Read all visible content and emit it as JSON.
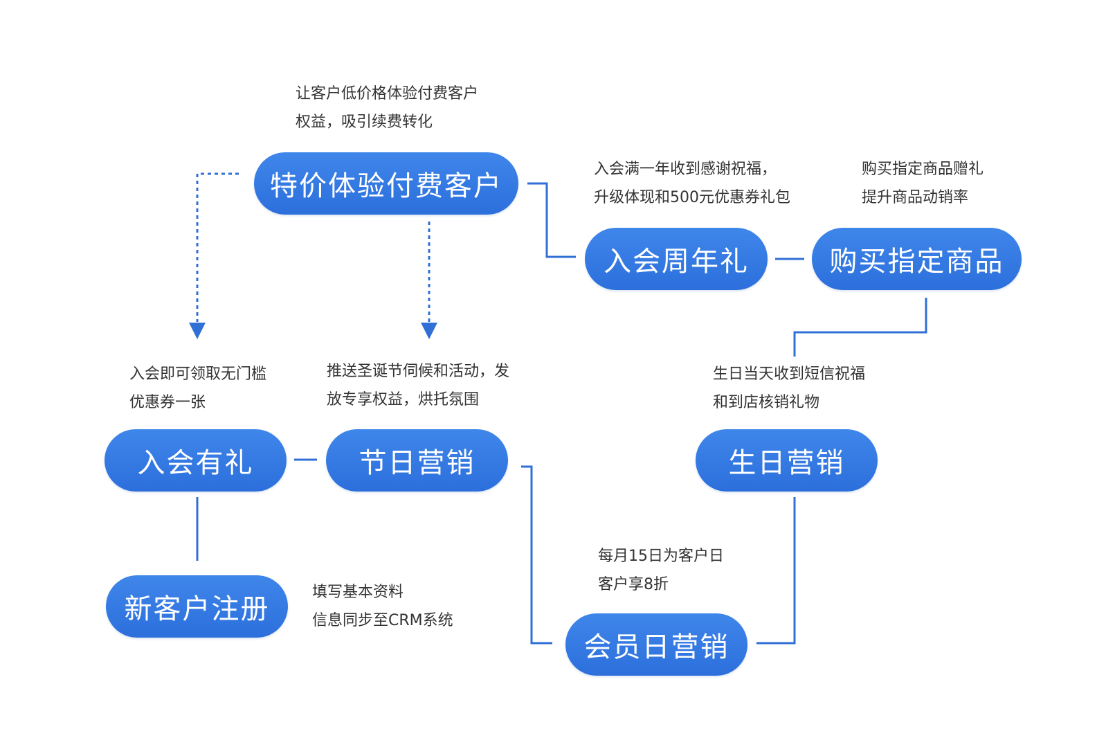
{
  "colors": {
    "node_fill": "#3479e4",
    "connector": "#2f6fd6",
    "note_text": "#333333"
  },
  "nodes": {
    "trial_paid": "特价体验付费客户",
    "anniversary": "入会周年礼",
    "buy_designated": "购买指定商品",
    "join_gift": "入会有礼",
    "holiday_marketing": "节日营销",
    "birthday_marketing": "生日营销",
    "new_register": "新客户注册",
    "member_day": "会员日营销"
  },
  "notes": {
    "trial_paid": [
      "让客户低价格体验付费客户",
      "权益，吸引续费转化"
    ],
    "anniversary": [
      "入会满一年收到感谢祝福，",
      "升级体现和500元优惠券礼包"
    ],
    "buy_designated": [
      "购买指定商品赠礼",
      "提升商品动销率"
    ],
    "join_gift": [
      "入会即可领取无门槛",
      "优惠券一张"
    ],
    "holiday_marketing": [
      "推送圣诞节伺候和活动，发",
      "放专享权益，烘托氛围"
    ],
    "birthday_marketing": [
      "生日当天收到短信祝福",
      "和到店核销礼物"
    ],
    "member_day": [
      "每月15日为客户日",
      "客户享8折"
    ],
    "new_register": [
      "填写基本资料",
      "信息同步至CRM系统"
    ]
  }
}
